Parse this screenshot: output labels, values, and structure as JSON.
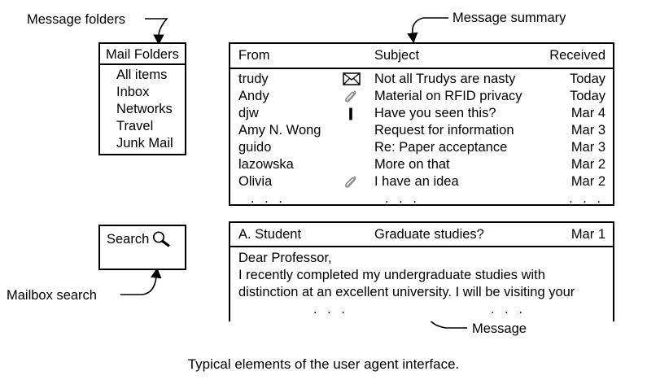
{
  "figure": {
    "caption": "Typical elements of the user agent interface."
  },
  "annotations": [
    {
      "id": "message-folders",
      "label": "Message folders"
    },
    {
      "id": "message-summary",
      "label": "Message summary"
    },
    {
      "id": "mailbox-search",
      "label": "Mailbox search"
    },
    {
      "id": "message",
      "label": "Message"
    }
  ],
  "folders_panel": {
    "title": "Mail Folders",
    "items": [
      {
        "label": "All items"
      },
      {
        "label": "Inbox"
      },
      {
        "label": "Networks"
      },
      {
        "label": "Travel"
      },
      {
        "label": "Junk Mail"
      }
    ]
  },
  "search_panel": {
    "label": "Search",
    "icon": "magnifier-icon"
  },
  "summary_panel": {
    "columns": {
      "from": "From",
      "subject": "Subject",
      "received": "Received"
    },
    "rows": [
      {
        "from": "trudy",
        "icon": "envelope-icon",
        "subject": "Not all Trudys are nasty",
        "received": "Today"
      },
      {
        "from": "Andy",
        "icon": "paperclip-icon",
        "subject": "Material on RFID privacy",
        "received": "Today"
      },
      {
        "from": "djw",
        "icon": "priority-icon",
        "subject": "Have you seen this?",
        "received": "Mar 4"
      },
      {
        "from": "Amy N. Wong",
        "icon": "",
        "subject": "Request for information",
        "received": "Mar 3"
      },
      {
        "from": "guido",
        "icon": "",
        "subject": "Re: Paper acceptance",
        "received": "Mar 3"
      },
      {
        "from": "lazowska",
        "icon": "",
        "subject": "More on that",
        "received": "Mar 2"
      },
      {
        "from": "Olivia",
        "icon": "paperclip-icon",
        "subject": "I have an idea",
        "received": "Mar 2"
      }
    ],
    "ellipsis": ". . ."
  },
  "message_panel": {
    "header": {
      "from": "A. Student",
      "subject": "Graduate studies?",
      "received": "Mar 1"
    },
    "body_lines": [
      "Dear Professor,",
      "I recently completed my undergraduate studies with",
      "distinction at an excellent university. I will be visiting your"
    ],
    "ellipsis": ". . ."
  },
  "colors": {
    "ink": "#000000",
    "paper": "#ffffff",
    "icon_gray": "#8c8c8c"
  }
}
